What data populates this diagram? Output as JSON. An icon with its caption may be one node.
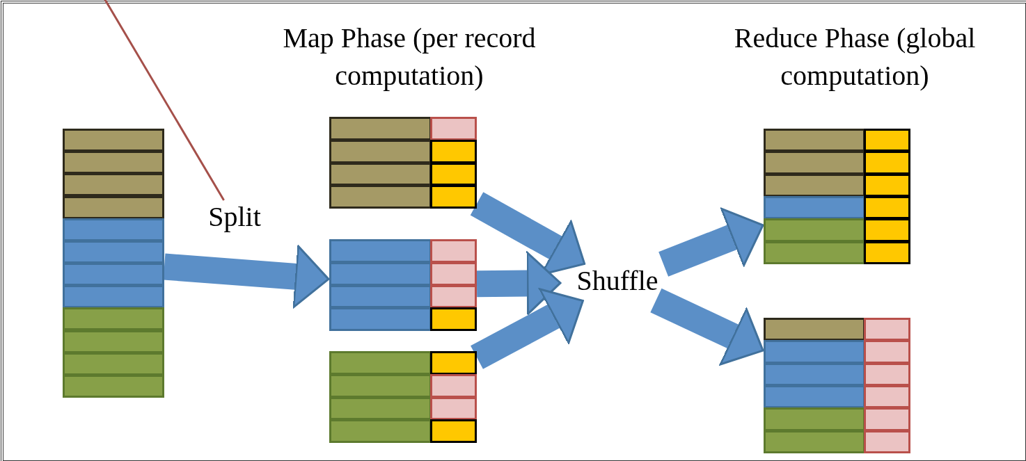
{
  "diagram": {
    "nodes": [
      {
        "text": [],
        "shape": "box"
      },
      {
        "text": [
          "Split"
        ]
      },
      {
        "text": [],
        "shape": "box"
      },
      {
        "text": [],
        "shape": "box"
      },
      {
        "text": [],
        "shape": "box"
      },
      {
        "text": [
          "Shuffle"
        ]
      },
      {
        "text": [],
        "shape": "box"
      },
      {
        "text": [],
        "shape": "box"
      }
    ],
    "edges": [
      {
        "from": null,
        "to": 1,
        "arrow": "none",
        "color": "#a5504a"
      },
      {
        "from": 0,
        "to": 3,
        "arrow": "to"
      },
      {
        "from": 2,
        "to": 5,
        "arrow": "to"
      },
      {
        "from": 3,
        "to": 5,
        "arrow": "to"
      },
      {
        "from": 4,
        "to": 5,
        "arrow": "to"
      },
      {
        "from": 5,
        "to": 6,
        "arrow": "to"
      },
      {
        "from": 5,
        "to": 7,
        "arrow": "to"
      }
    ],
    "labels": [
      "Map Phase (per record computation)",
      "Reduce Phase (global computation)"
    ]
  }
}
